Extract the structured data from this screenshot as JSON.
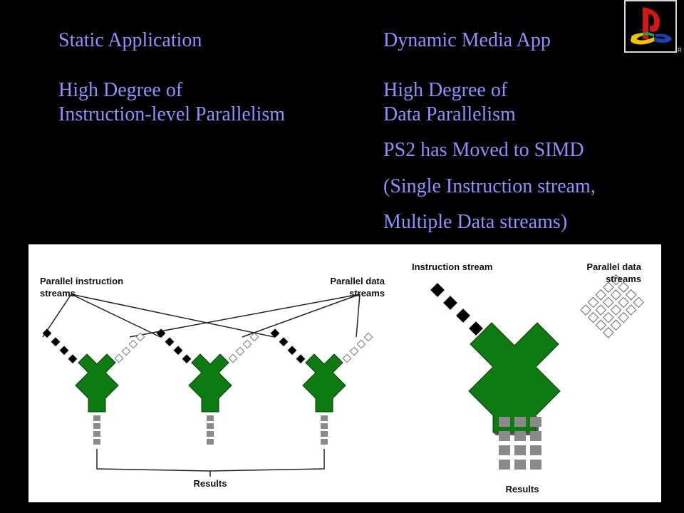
{
  "heading": {
    "left": "Static Application",
    "right": "Dynamic Media App"
  },
  "left_text": {
    "line1": "High Degree of",
    "line2": "Instruction-level Parallelism"
  },
  "right_text": {
    "line1": "High Degree of",
    "line2": "Data Parallelism",
    "line3": "PS2 has Moved to SIMD",
    "line4": "(Single Instruction stream,",
    "line5": "Multiple Data streams)"
  },
  "logo": {
    "name": "playstation-logo-icon",
    "trademark": "R"
  },
  "diagram": {
    "left": {
      "label_instr_1": "Parallel instruction",
      "label_instr_2": "streams",
      "label_data_1": "Parallel data",
      "label_data_2": "streams",
      "label_results": "Results"
    },
    "right": {
      "label_instr": "Instruction stream",
      "label_data_1": "Parallel data",
      "label_data_2": "streams",
      "label_results": "Results"
    },
    "colors": {
      "processor": "#0e7a12",
      "stream": "#000000",
      "data": "#ffffff",
      "result": "#8a8a8a"
    }
  }
}
